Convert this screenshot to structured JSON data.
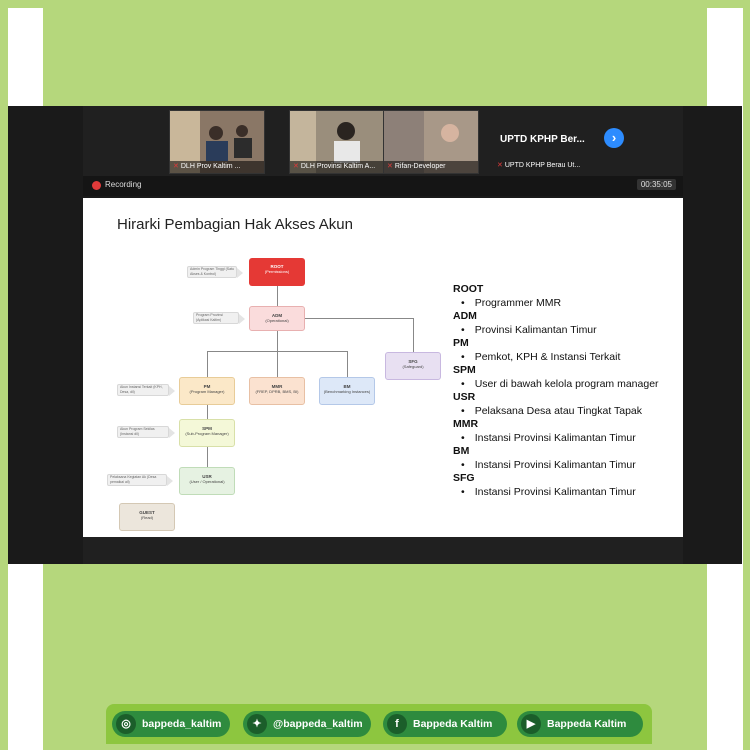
{
  "meeting": {
    "participants": [
      {
        "name": "DLH Prov Kaltim ..."
      },
      {
        "name": "DLH Provinsi Kaltim A..."
      },
      {
        "name": "Rifan-Developer"
      },
      {
        "name": "UPTD KPHP Berau Ut..."
      }
    ],
    "featured_title": "UPTD KPHP Ber...",
    "next_icon": "chevron-right-icon",
    "recording_label": "Recording",
    "timer": "00:35:05"
  },
  "slide": {
    "title": "Hirarki Pembagian Hak Akses Akun",
    "diagram": {
      "root": {
        "name": "ROOT",
        "sub": "(Permissions)"
      },
      "adm": {
        "name": "ADM",
        "sub": "(Operational)"
      },
      "pm": {
        "name": "PM",
        "sub": "(Program Manager)"
      },
      "mmr": {
        "name": "MMR",
        "sub": "(FREP, DPRB, BMS, BI)"
      },
      "bm": {
        "name": "BM",
        "sub": "(Benchmarking Instances)"
      },
      "sfg": {
        "name": "SFG",
        "sub": "(Safeguard)"
      },
      "spm": {
        "name": "SPM",
        "sub": "(Sub-Program Manager)"
      },
      "usr": {
        "name": "USR",
        "sub": "(User / Operational)"
      },
      "guest": {
        "name": "GUEST",
        "sub": "(Read)"
      },
      "notes": [
        "Admin Program Tinggi (Satu Akses & Kontrol)",
        "Program Provinsi (Aplikasi Kaltim)",
        "Akun Instansi Terkait (KPH, Desa, dll)",
        "Akun Program Sekilas (Instansi dll)",
        "Pelaksana Kegiatan Ak (Desa pemaikai all)"
      ]
    },
    "roles": [
      {
        "code": "ROOT",
        "desc": "Programmer MMR"
      },
      {
        "code": "ADM",
        "desc": "Provinsi Kalimantan Timur"
      },
      {
        "code": "PM",
        "desc": "Pemkot, KPH & Instansi Terkait"
      },
      {
        "code": "SPM",
        "desc": "User di bawah kelola program manager"
      },
      {
        "code": "USR",
        "desc": "Pelaksana Desa atau Tingkat Tapak"
      },
      {
        "code": "MMR",
        "desc": "Instansi Provinsi Kalimantan Timur"
      },
      {
        "code": "BM",
        "desc": "Instansi Provinsi Kalimantan Timur"
      },
      {
        "code": "SFG",
        "desc": "Instansi Provinsi Kalimantan Timur"
      }
    ]
  },
  "social": [
    {
      "icon": "instagram-icon",
      "label": "bappeda_kaltim"
    },
    {
      "icon": "twitter-icon",
      "label": "@bappeda_kaltim"
    },
    {
      "icon": "facebook-icon",
      "label": "Bappeda Kaltim"
    },
    {
      "icon": "youtube-icon",
      "label": "Bappeda Kaltim"
    }
  ],
  "colors": {
    "background_green": "#b5d77c",
    "bar_green": "#8dc63f",
    "pill_green": "#2e8b3e",
    "zoom_blue": "#2d8cff",
    "record_red": "#e03a3a"
  }
}
